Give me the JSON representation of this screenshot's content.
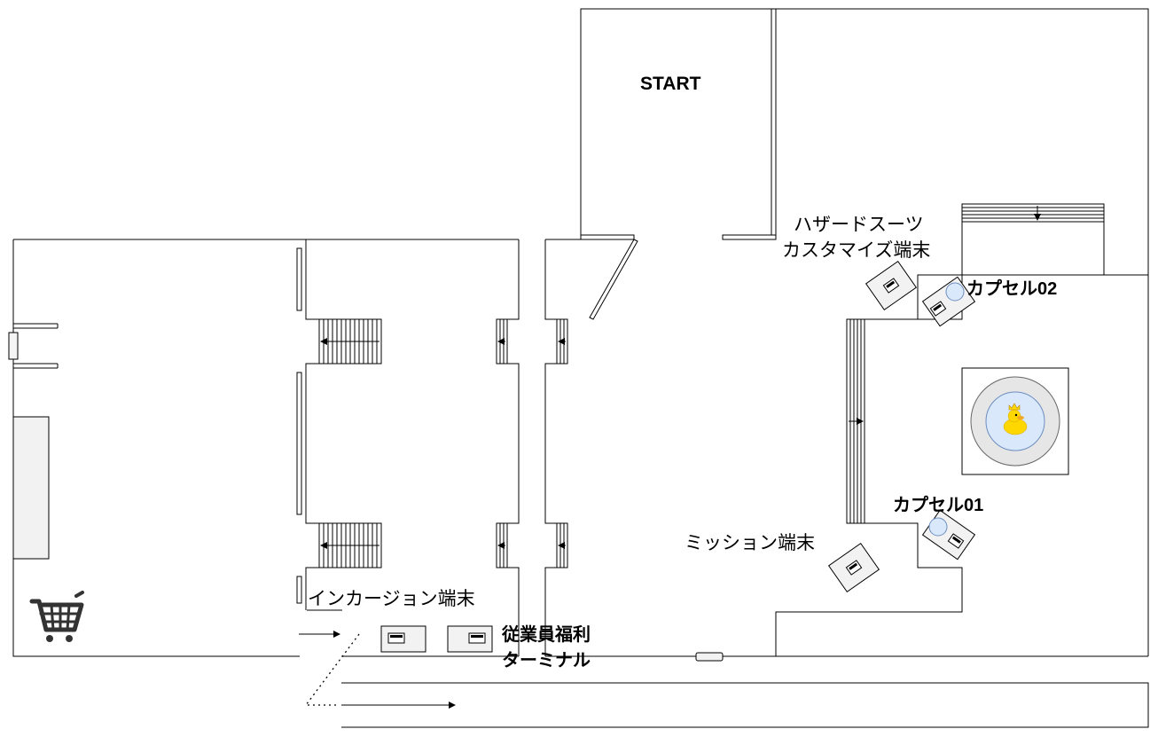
{
  "labels": {
    "start": "START",
    "hazard_terminal_line1": "ハザードスーツ",
    "hazard_terminal_line2": "カスタマイズ端末",
    "capsule02": "カプセル02",
    "capsule01": "カプセル01",
    "mission_terminal": "ミッション端末",
    "incarsion_terminal": "インカージョン端末",
    "welfare_terminal_line1": "従業員福利",
    "welfare_terminal_line2": "ターミナル"
  },
  "icons": {
    "shop": "shopping-cart-icon",
    "terminal": "terminal-console-icon",
    "duck": "rubber-duck-with-crown-icon"
  },
  "colors": {
    "wall": "#000000",
    "panel_fill": "#f2f2f2",
    "pool_fill": "#dae8fc",
    "pool_ring": "#e6e6e6",
    "pool_stroke": "#6c8ebf",
    "duck_body": "#ffd700",
    "duck_beak": "#f5a623"
  }
}
